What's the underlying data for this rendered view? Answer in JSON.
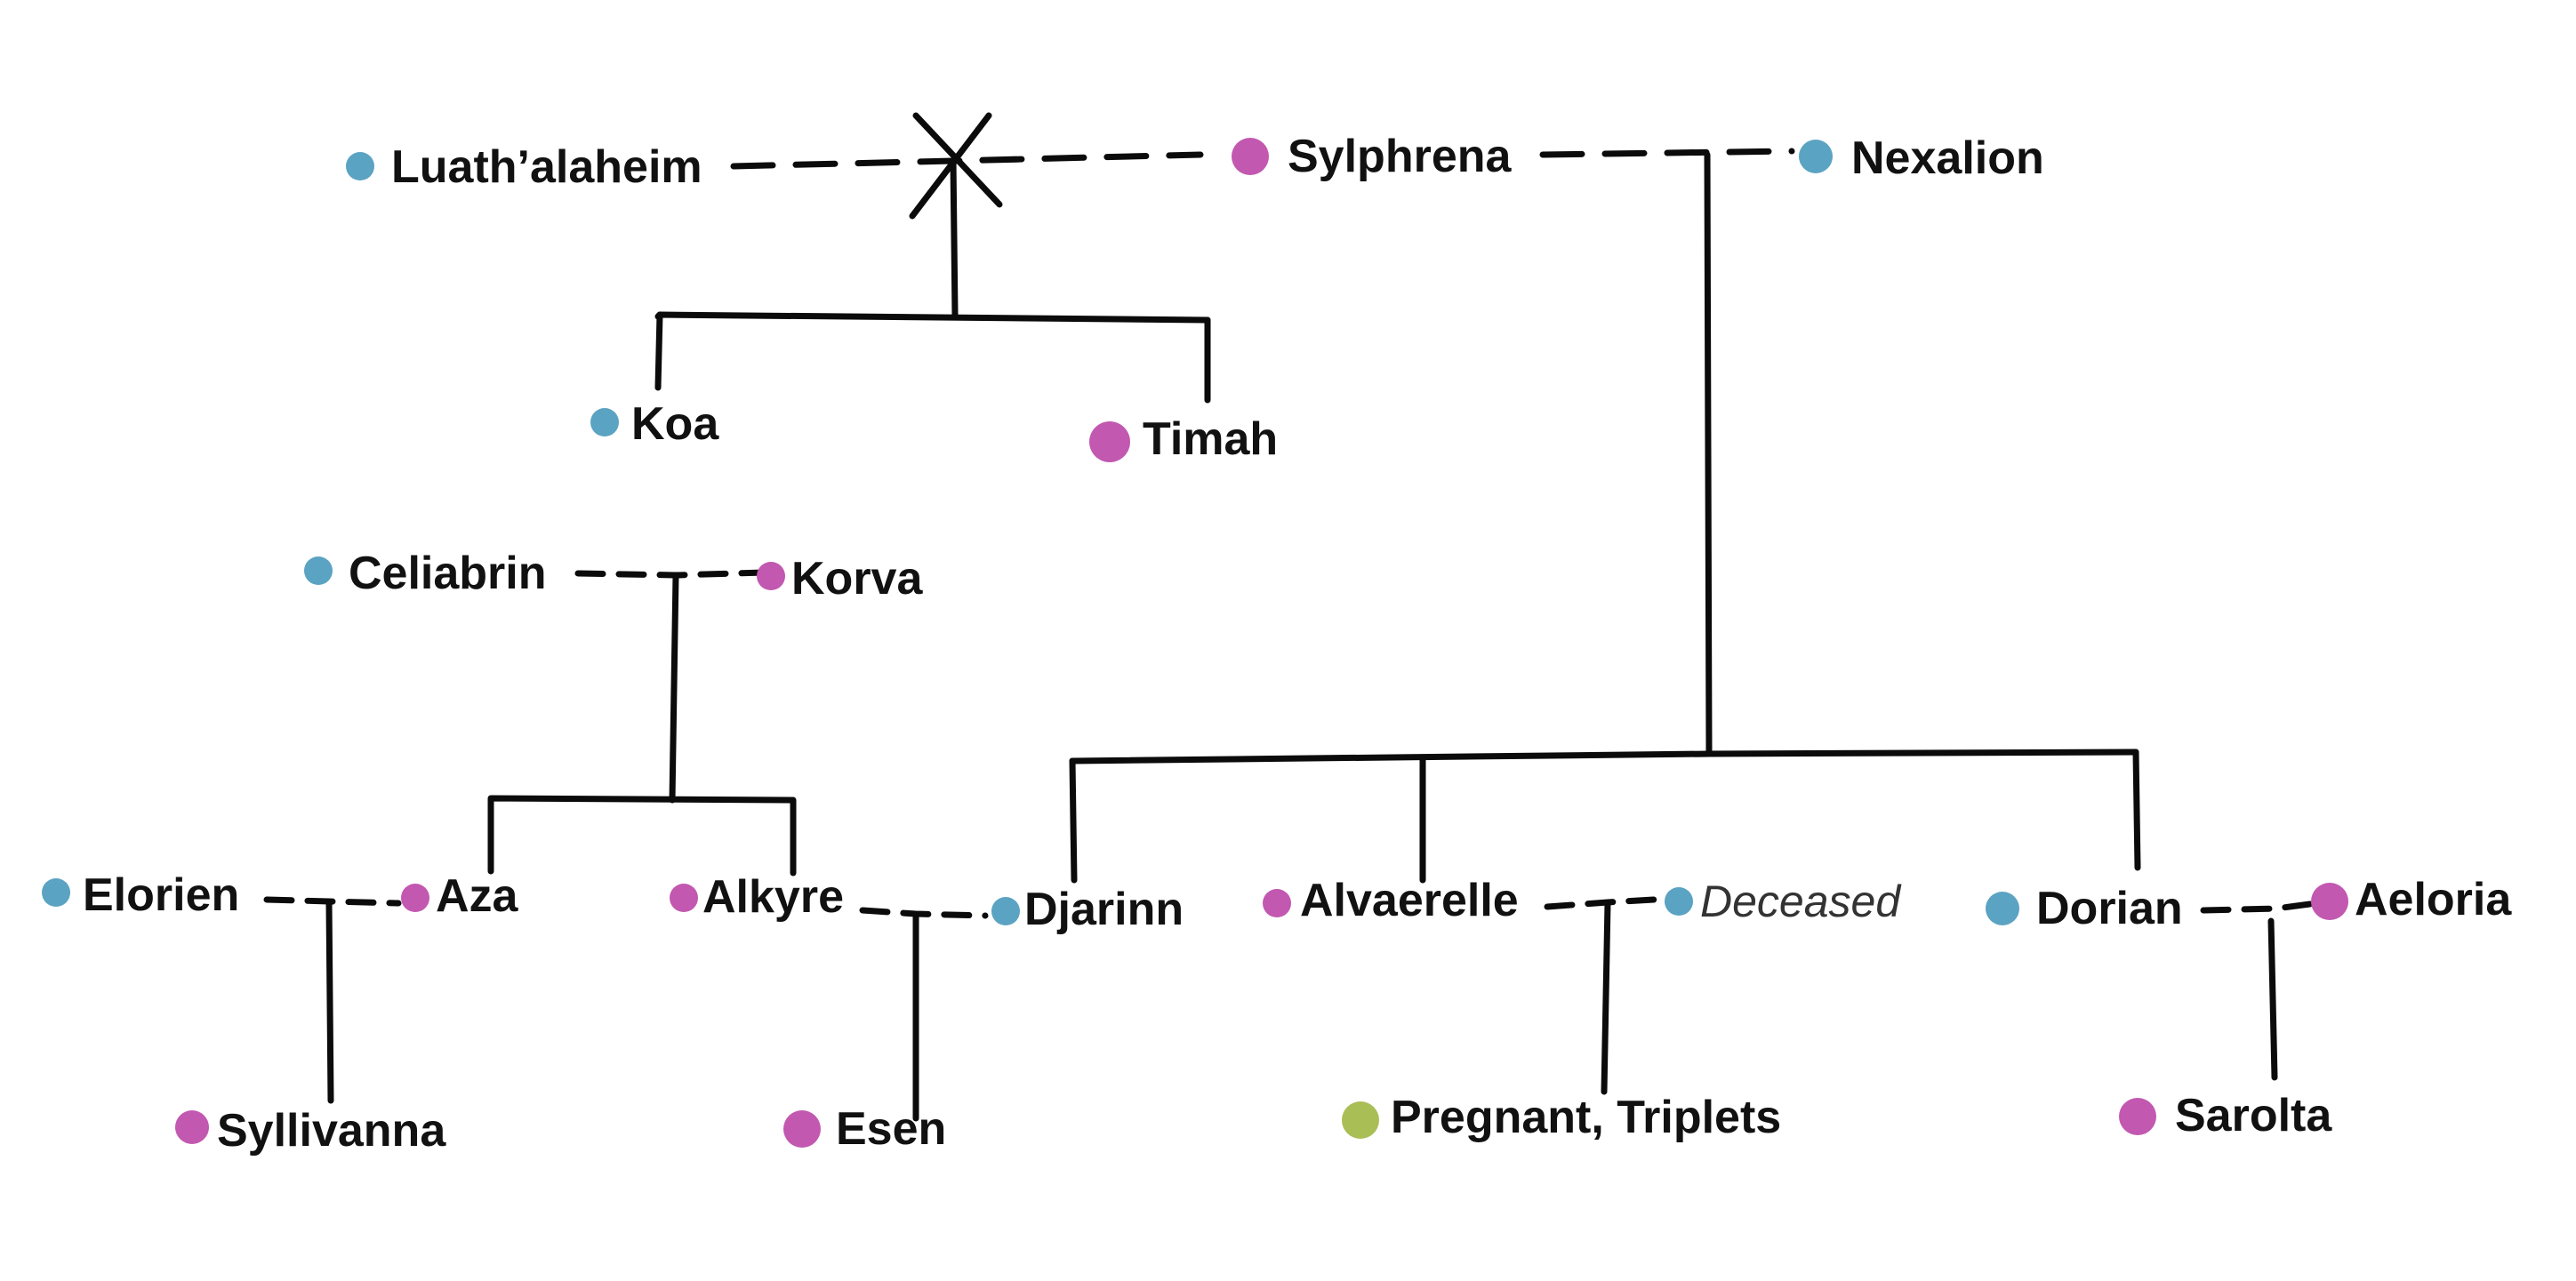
{
  "colors": {
    "male": "#5BA3C2",
    "female": "#C258B0",
    "unborn": "#A9BE55",
    "line": "#0b0b0b"
  },
  "people": {
    "luath": {
      "name": "Luath’alaheim",
      "marker": "male"
    },
    "sylphrena": {
      "name": "Sylphrena",
      "marker": "female"
    },
    "nexalion": {
      "name": "Nexalion",
      "marker": "male"
    },
    "koa": {
      "name": "Koa",
      "marker": "male"
    },
    "timah": {
      "name": "Timah",
      "marker": "female"
    },
    "celiabrin": {
      "name": "Celiabrin",
      "marker": "male"
    },
    "korva": {
      "name": "Korva",
      "marker": "female"
    },
    "elorien": {
      "name": "Elorien",
      "marker": "male"
    },
    "aza": {
      "name": "Aza",
      "marker": "female"
    },
    "alkyre": {
      "name": "Alkyre",
      "marker": "female"
    },
    "djarinn": {
      "name": "Djarinn",
      "marker": "male"
    },
    "alvaerelle": {
      "name": "Alvaerelle",
      "marker": "female"
    },
    "deceased": {
      "name": "Deceased",
      "marker": "male"
    },
    "dorian": {
      "name": "Dorian",
      "marker": "male"
    },
    "aeloria": {
      "name": "Aeloria",
      "marker": "female"
    },
    "syllivanna": {
      "name": "Syllivanna",
      "marker": "female"
    },
    "esen": {
      "name": "Esen",
      "marker": "female"
    },
    "pregnant": {
      "name": "Pregnant, Triplets",
      "marker": "unborn"
    },
    "sarolta": {
      "name": "Sarolta",
      "marker": "female"
    }
  }
}
